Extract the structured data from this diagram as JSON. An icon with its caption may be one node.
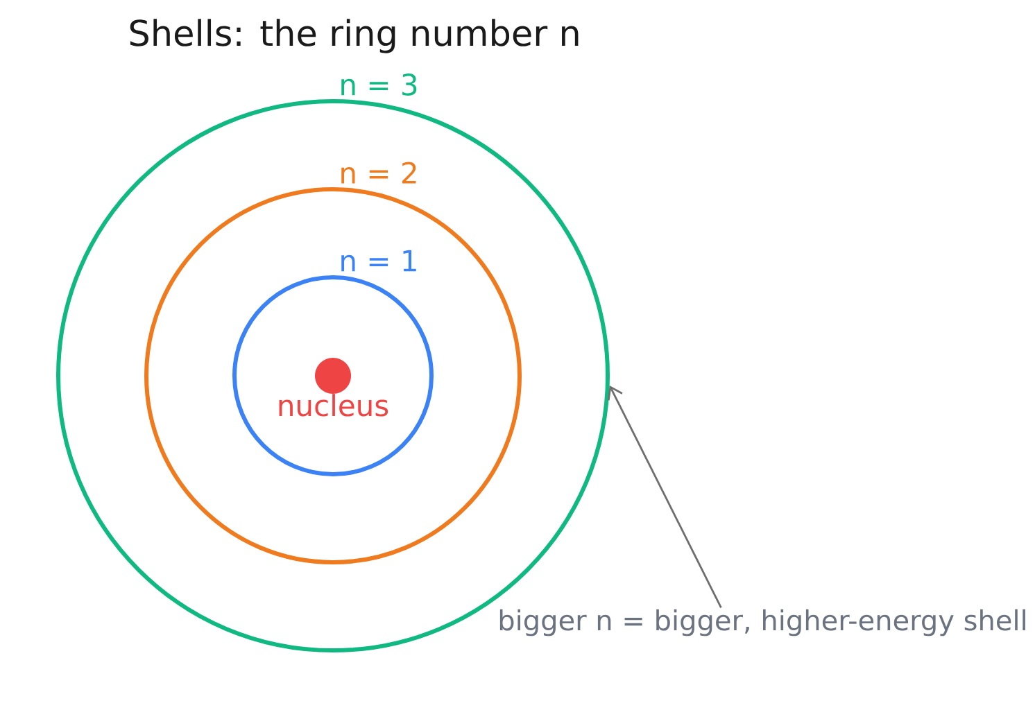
{
  "diagram": {
    "title": "Shells: the ring number n",
    "nodes": [
      {
        "text": [
          "n = 3"
        ]
      },
      {
        "text": [
          "n = 2"
        ],
        "in": 0
      },
      {
        "text": [
          "n = 1"
        ],
        "in": 1
      },
      {
        "text": [
          "nucleus"
        ],
        "in": 2
      },
      {
        "text": [
          "bigger n = bigger, higher-energy shell"
        ]
      }
    ],
    "edges": [
      {
        "from": 4,
        "to": 0,
        "arrow": "to"
      }
    ]
  }
}
